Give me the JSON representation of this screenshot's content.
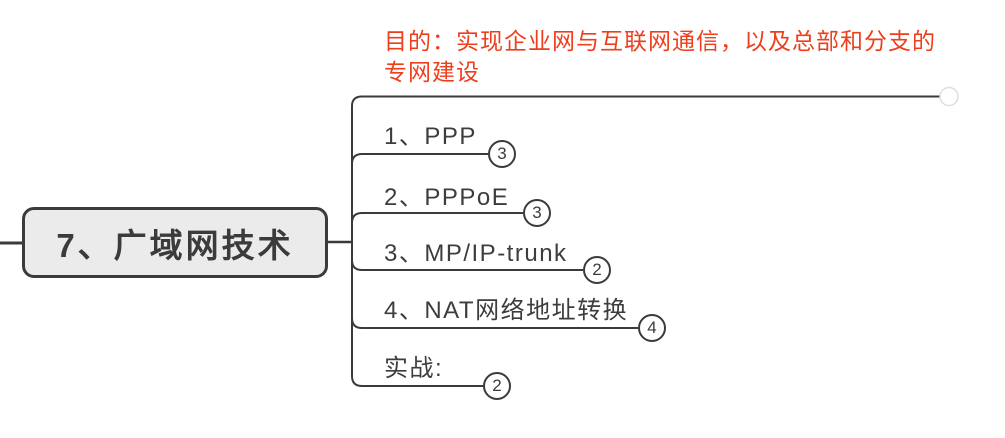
{
  "canvas": {
    "background": "#ffffff",
    "line_color": "#3b3b3b"
  },
  "central_topic": {
    "label": "7、广域网技术",
    "fill": "#ebebeb",
    "border_color": "#3b3b3b",
    "text_color": "#3b3b3b"
  },
  "purpose_topic": {
    "label": "目的：实现企业网与互联网通信，以及总部和分支的专网建设",
    "line1": "目的：实现企业网与互联网通信，以及总部和分支的",
    "line2": "专网建设",
    "text_color": "#ee3e1c"
  },
  "subtopics": [
    {
      "label": "1、PPP",
      "collapsed_count": "3"
    },
    {
      "label": "2、PPPoE",
      "collapsed_count": "3"
    },
    {
      "label": "3、MP/IP-trunk",
      "collapsed_count": "2"
    },
    {
      "label": "4、NAT网络地址转换",
      "collapsed_count": "4"
    },
    {
      "label": "实战:",
      "collapsed_count": "2"
    }
  ]
}
